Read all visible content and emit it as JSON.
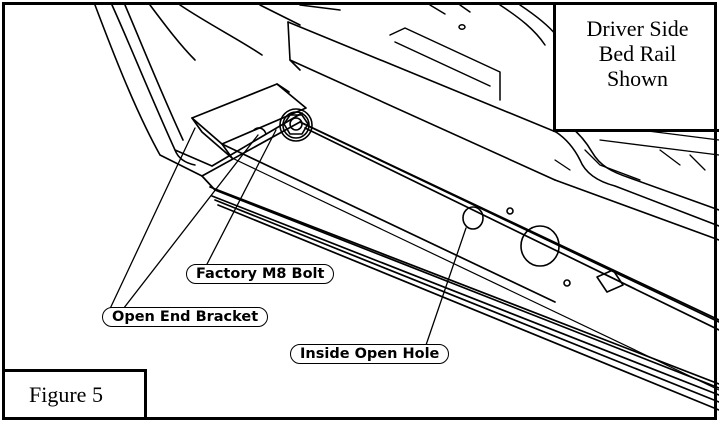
{
  "callouts": {
    "bolt": "Factory M8 Bolt",
    "bracket": "Open End Bracket",
    "hole": "Inside Open Hole"
  },
  "note": {
    "line1": "Driver Side",
    "line2": "Bed Rail",
    "line3": "Shown"
  },
  "figure": {
    "label": "Figure 5"
  }
}
